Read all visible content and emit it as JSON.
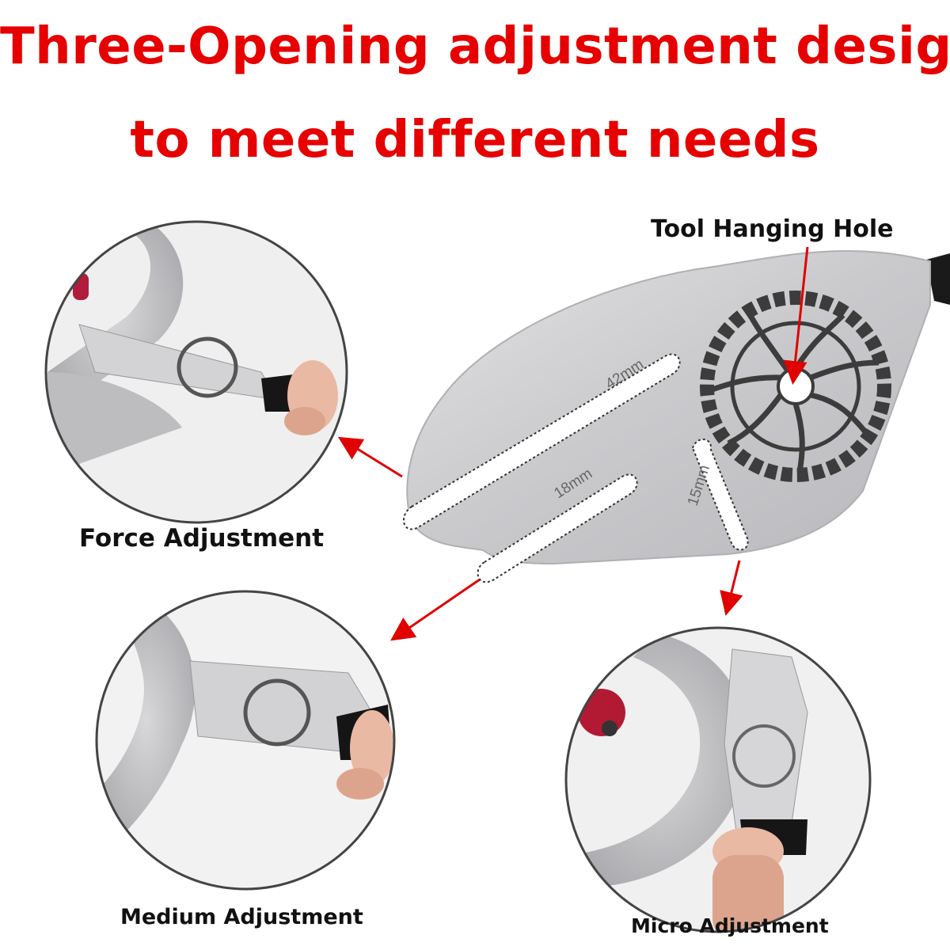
{
  "headline": {
    "line1": "Three-Opening adjustment design",
    "line2": "to meet different needs"
  },
  "callouts": {
    "hanging_hole": "Tool Hanging Hole",
    "force": "Force Adjustment",
    "medium": "Medium Adjustment",
    "micro": "Micro Adjustment"
  },
  "slots": {
    "large": "42mm",
    "medium": "18mm",
    "small": "15mm"
  },
  "colors": {
    "headline": "#e60000",
    "arrow": "#e00000",
    "steel": "#cfcfd1"
  }
}
